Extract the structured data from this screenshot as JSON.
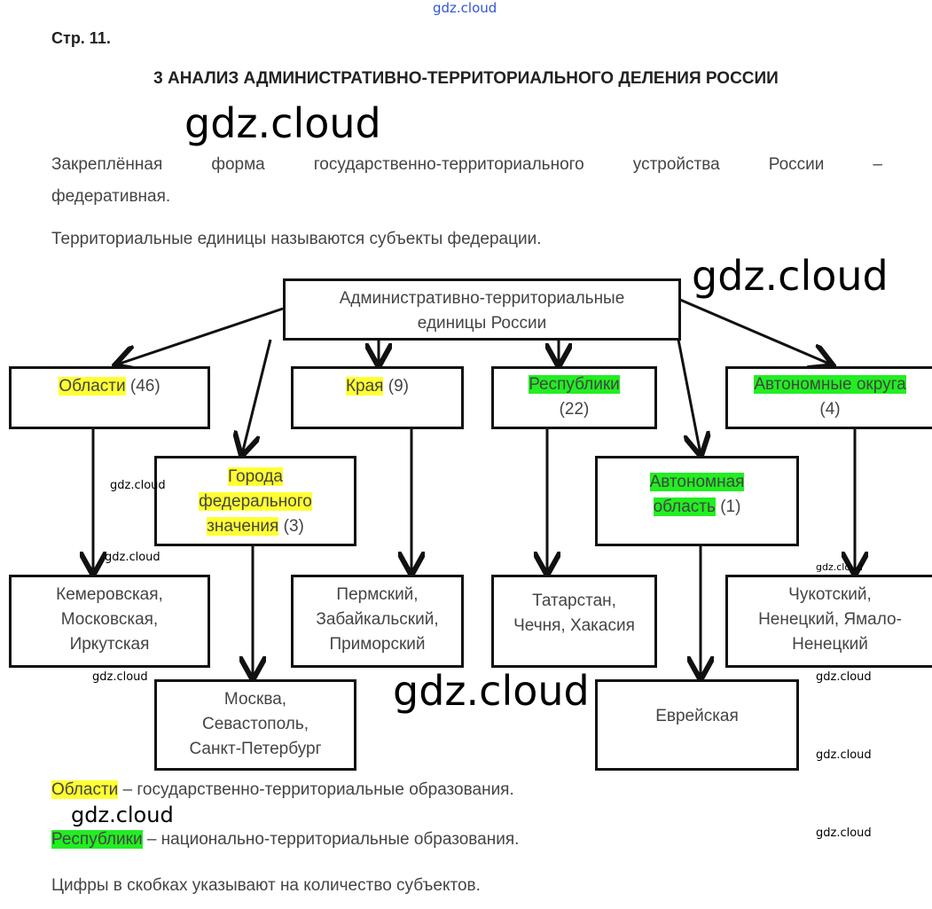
{
  "watermark": "gdz.cloud",
  "page_number": "Стр. 11.",
  "title": "3 АНАЛИЗ АДМИНИСТРАТИВНО-ТЕРРИТОРИАЛЬНОГО ДЕЛЕНИЯ РОССИИ",
  "intro": {
    "line1": "Закреплённая форма государственно-территориального устройства России –",
    "line2": "федеративная.",
    "line3": "Территориальные единицы называются субъекты федерации."
  },
  "diagram": {
    "root_line1": "Административно-территориальные",
    "root_line2": "единицы России",
    "oblasti": {
      "label": "Области",
      "count": "(46)",
      "examples": [
        "Кемеровская,",
        "Московская,",
        "Иркутская"
      ]
    },
    "kraya": {
      "label": "Края",
      "count": "(9)",
      "examples": [
        "Пермский,",
        "Забайкальский,",
        "Приморский"
      ]
    },
    "respubliki": {
      "label": "Республики",
      "count": "(22)",
      "examples": [
        "Татарстан,",
        "Чечня, Хакасия"
      ]
    },
    "okruga": {
      "label": "Автономные округа",
      "count": "(4)",
      "examples": [
        "Чукотский,",
        "Ненецкий, Ямало-",
        "Ненецкий"
      ]
    },
    "goroda": {
      "label1": "Города",
      "label2": "федерального",
      "label3": "значения",
      "count": "(3)",
      "examples": [
        "Москва,",
        "Севастополь,",
        "Санкт-Петербург"
      ]
    },
    "avt_oblast": {
      "label1": "Автономная",
      "label2": "область",
      "count": "(1)",
      "examples": [
        "Еврейская"
      ]
    }
  },
  "notes": {
    "n1_term": "Области",
    "n1_rest": " – государственно-территориальные образования.",
    "n2_term": "Республики",
    "n2_rest": " – национально-территориальные образования.",
    "n3": "Цифры в скобках указывают на количество субъектов."
  },
  "colors": {
    "yellow": "#ffff33",
    "green": "#22ee22"
  }
}
